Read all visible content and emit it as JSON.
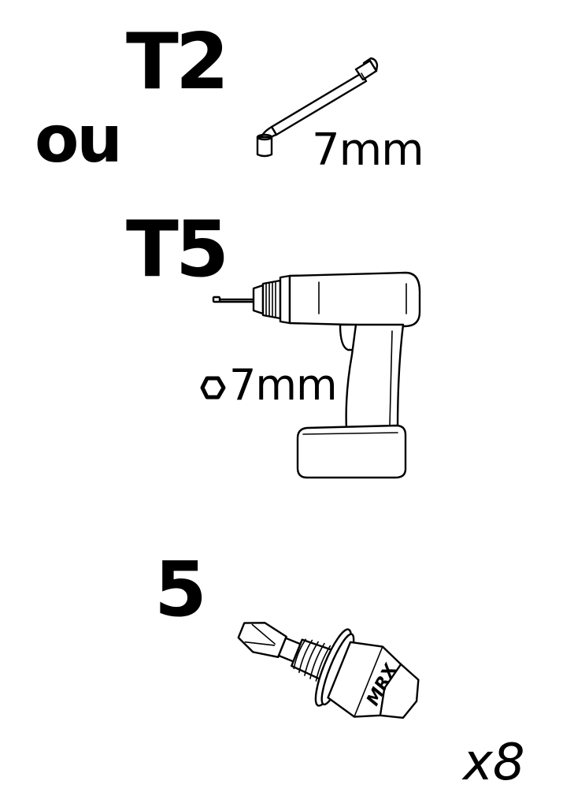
{
  "tools": {
    "option_1_label": "T2",
    "separator_label": "ou",
    "option_1_size": "7mm",
    "option_2_label": "T5",
    "option_2_size": "7mm"
  },
  "part": {
    "number": "5",
    "head_marking": "MRX",
    "quantity": "x8"
  },
  "icons": {
    "wrench": "l-socket-wrench-icon",
    "drill": "cordless-drill-icon",
    "hex": "hex-socket-icon",
    "screw": "self-drilling-screw-icon"
  }
}
